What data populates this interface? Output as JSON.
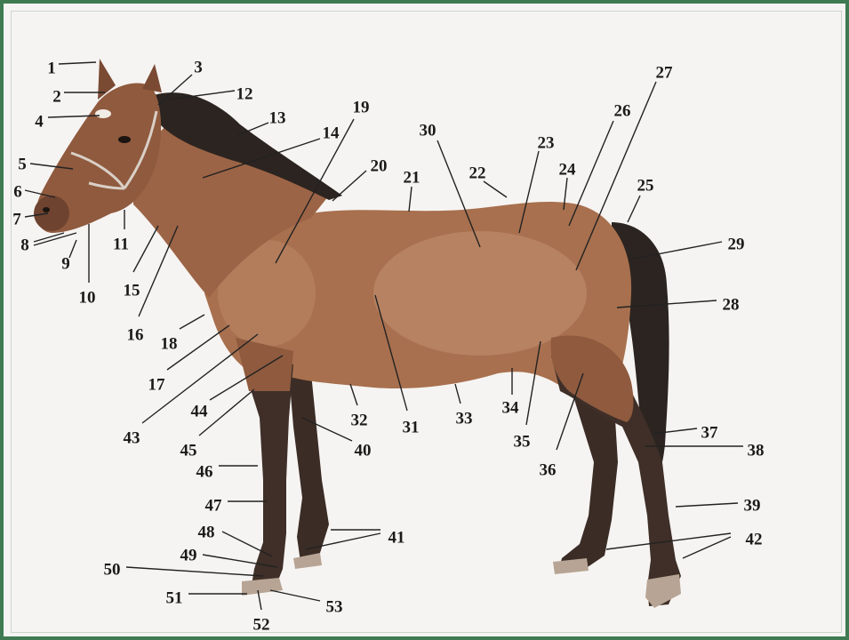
{
  "diagram": {
    "subject": "horse",
    "colors": {
      "body": "#a8704e",
      "body_light": "#c99a79",
      "dark": "#3a2a22",
      "mane": "#2c2420",
      "hoof": "#b7a494",
      "line": "#222222",
      "frame": "#3f7a52"
    },
    "labels": [
      "1",
      "2",
      "3",
      "4",
      "5",
      "6",
      "7",
      "8",
      "9",
      "10",
      "11",
      "12",
      "13",
      "14",
      "15",
      "16",
      "17",
      "18",
      "19",
      "20",
      "21",
      "22",
      "23",
      "24",
      "25",
      "26",
      "27",
      "28",
      "29",
      "30",
      "31",
      "32",
      "33",
      "34",
      "35",
      "36",
      "37",
      "38",
      "39",
      "40",
      "41",
      "42",
      "43",
      "44",
      "45",
      "46",
      "47",
      "48",
      "49",
      "50",
      "51",
      "52",
      "53"
    ]
  }
}
